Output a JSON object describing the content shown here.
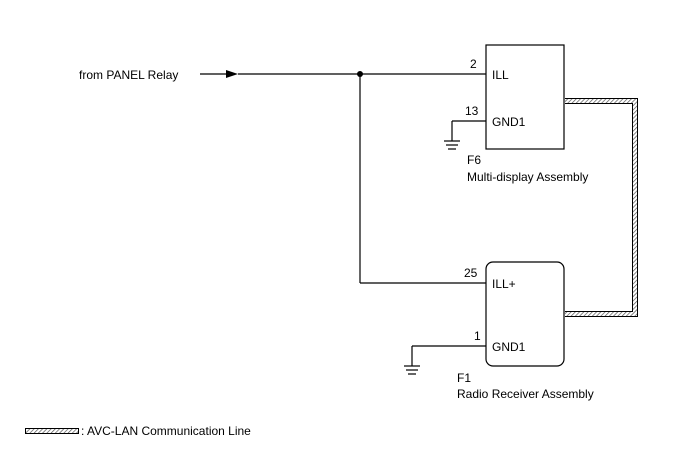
{
  "source_label": "from PANEL Relay",
  "components": {
    "f6": {
      "ref": "F6",
      "name": "Multi-display Assembly",
      "pins": [
        {
          "num": "2",
          "name": "ILL"
        },
        {
          "num": "13",
          "name": "GND1"
        }
      ]
    },
    "f1": {
      "ref": "F1",
      "name": "Radio Receiver Assembly",
      "pins": [
        {
          "num": "25",
          "name": "ILL+"
        },
        {
          "num": "1",
          "name": "GND1"
        }
      ]
    }
  },
  "legend": {
    "text": ": AVC-LAN Communication Line"
  }
}
